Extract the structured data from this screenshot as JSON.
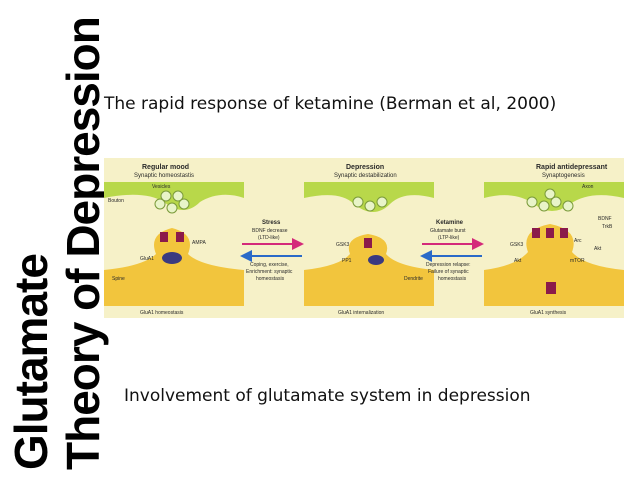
{
  "slide": {
    "title_line1": "Glutamate",
    "title_line2": "Theory of Depression",
    "top_caption": "The rapid response of ketamine (Berman et al, 2000)",
    "bottom_caption": "Involvement of glutamate system in depression"
  },
  "figure": {
    "panel1": {
      "title": "Regular mood",
      "subtitle": "Synaptic homeostastis",
      "footer": "GluA1 homeostasis",
      "labels": {
        "vesicles": "Vesicles",
        "bouton": "Bouton",
        "ampa": "AMPA",
        "glua1": "GluA1",
        "spine": "Spine"
      }
    },
    "arrow1": {
      "forward_title": "Stress",
      "forward_sub1": "BDNF decrease",
      "forward_sub2": "(LTD-like)",
      "back_line1": "Coping, exercise,",
      "back_line2": "Enrichment: synaptic",
      "back_line3": "homeostasis"
    },
    "panel2": {
      "title": "Depression",
      "subtitle": "Synaptic destabilization",
      "footer": "GluA1 internalization",
      "labels": {
        "gsk3": "GSK3",
        "pp1": "PP1",
        "dendrite": "Dendrite"
      }
    },
    "arrow2": {
      "forward_title": "Ketamine",
      "forward_sub1": "Glutamate burst",
      "forward_sub2": "(LTP-like)",
      "back_line1": "Depression relapse:",
      "back_line2": "Failure of synaptic",
      "back_line3": "homeostasis"
    },
    "panel3": {
      "title": "Rapid antidepressant",
      "subtitle": "Synaptogenesis",
      "footer": "GluA1 synthesis",
      "labels": {
        "axon": "Axon",
        "bdnf": "BDNF",
        "trkb": "TrkB",
        "arc": "Arc",
        "akt": "Akt",
        "gsk3": "GSK3",
        "akt2": "Akt",
        "mtor": "mTOR"
      }
    },
    "colors": {
      "background": "#f6f1c8",
      "spine": "#f2c53d",
      "axon": "#b8d84a",
      "vesicle": "#e8f4c8",
      "receptor": "#8b1a4a",
      "stress_arrow": "#d42a7a",
      "ketamine_arrow": "#2a6ac8"
    }
  }
}
